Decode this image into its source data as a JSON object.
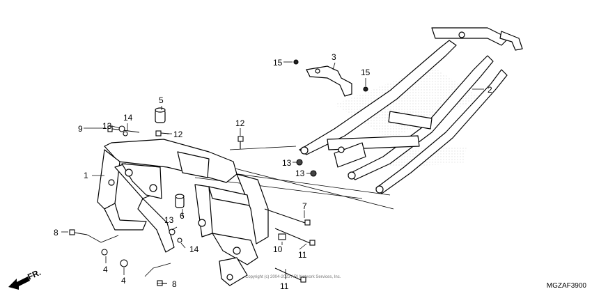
{
  "diagram": {
    "code": "MGZAF3900",
    "direction_label": "FR.",
    "copyright": "Copyright (c) 2004-2023 ARI Network Services, Inc.",
    "callouts": {
      "c1": "1",
      "c2": "2",
      "c3": "3",
      "c4a": "4",
      "c4b": "4",
      "c5": "5",
      "c6": "6",
      "c7": "7",
      "c8a": "8",
      "c8b": "8",
      "c9": "9",
      "c10": "10",
      "c11a": "11",
      "c11b": "11",
      "c12a": "12",
      "c12b": "12",
      "c13a": "13",
      "c13b": "13",
      "c13c": "13",
      "c13d": "13",
      "c14a": "14",
      "c14b": "14",
      "c15a": "15",
      "c15b": "15"
    }
  }
}
